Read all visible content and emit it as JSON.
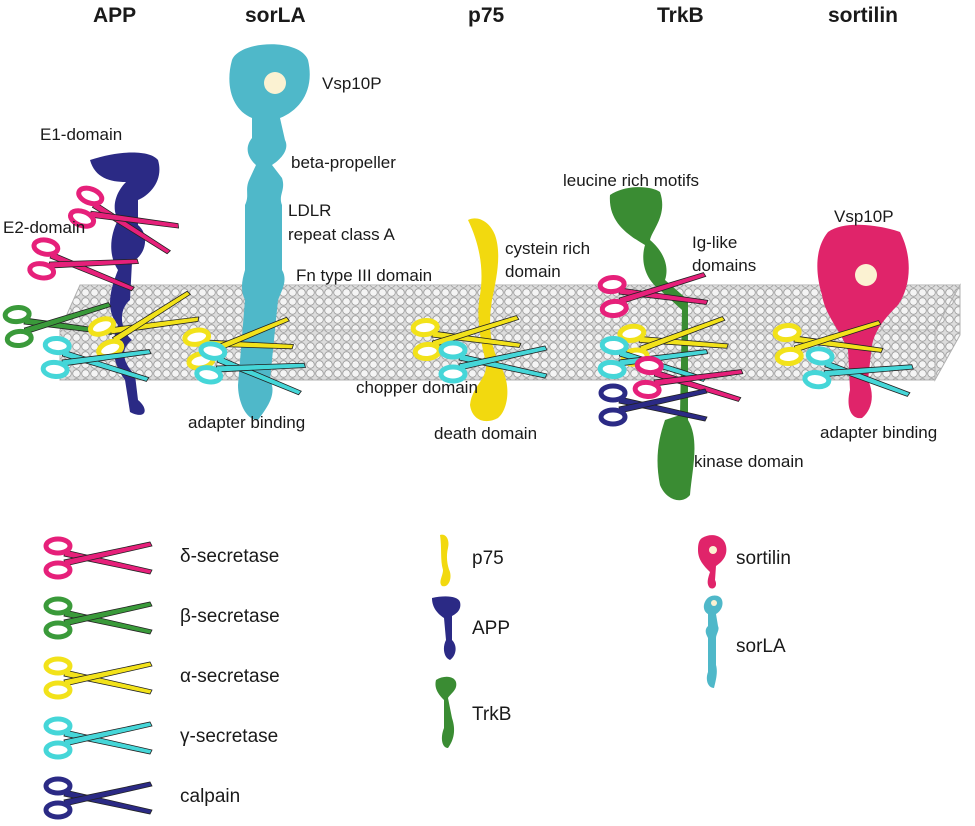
{
  "headers": {
    "app": "APP",
    "sorla": "sorLA",
    "p75": "p75",
    "trkb": "TrkB",
    "sortilin": "sortilin"
  },
  "labels": {
    "sorla_vsp10p": "Vsp10P",
    "e1_domain": "E1-domain",
    "beta_propeller": "beta-propeller",
    "leucine_rich": "leucine rich motifs",
    "sortilin_vsp10p": "Vsp10P",
    "e2_domain": "E2-domain",
    "ldlr_line1": "LDLR",
    "ldlr_line2": "repeat class A",
    "cystein_line1": "cystein rich",
    "cystein_line2": "domain",
    "iglike_line1": "Ig-like",
    "iglike_line2": "domains",
    "fn_type": "Fn type III domain",
    "chopper": "chopper domain",
    "sorla_adapter": "adapter binding",
    "death": "death domain",
    "sortilin_adapter": "adapter binding",
    "kinase": "kinase domain"
  },
  "legend": {
    "enzymes": [
      {
        "label": "δ-secretase",
        "color": "#e6207a"
      },
      {
        "label": "β-secretase",
        "color": "#3a9a3a"
      },
      {
        "label": "α-secretase",
        "color": "#f2e21a"
      },
      {
        "label": "γ-secretase",
        "color": "#45d6d8"
      },
      {
        "label": "calpain",
        "color": "#2b2a85"
      }
    ],
    "proteins_middle": [
      {
        "label": "p75",
        "color": "#f2d90f"
      },
      {
        "label": "APP",
        "color": "#2b2a85"
      },
      {
        "label": "TrkB",
        "color": "#3a8c33"
      }
    ],
    "proteins_right": [
      {
        "label": "sortilin",
        "color": "#e0246a"
      },
      {
        "label": "sorLA",
        "color": "#4fb8c9"
      }
    ]
  },
  "colors": {
    "app": "#2b2a85",
    "sorla": "#4fb8c9",
    "p75": "#f2d90f",
    "trkb": "#3a8c33",
    "sortilin": "#e0246a",
    "membrane": "#d9d9d9",
    "vsp_center": "#fbf2d2"
  }
}
